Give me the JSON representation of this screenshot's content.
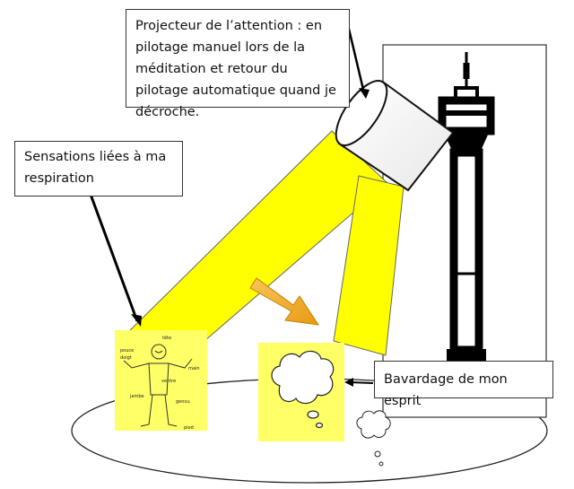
{
  "callouts": {
    "projector": "Projecteur de l’attention : en pilotage manuel lors de la méditation et retour du pilotage automatique quand je décroche.",
    "sensations": "Sensations liées à ma respiration",
    "bavardage": "Bavardage de mon esprit"
  },
  "body_labels": {
    "tete": "tête",
    "pouce": "pouce",
    "doigt": "doigt",
    "main": "main",
    "ventre": "ventre",
    "jambe": "jambe",
    "genou": "genou",
    "pied": "pied"
  },
  "colors": {
    "beam": "#ffff00",
    "sticky": "#ffff66",
    "arrow": "#f5a623"
  }
}
